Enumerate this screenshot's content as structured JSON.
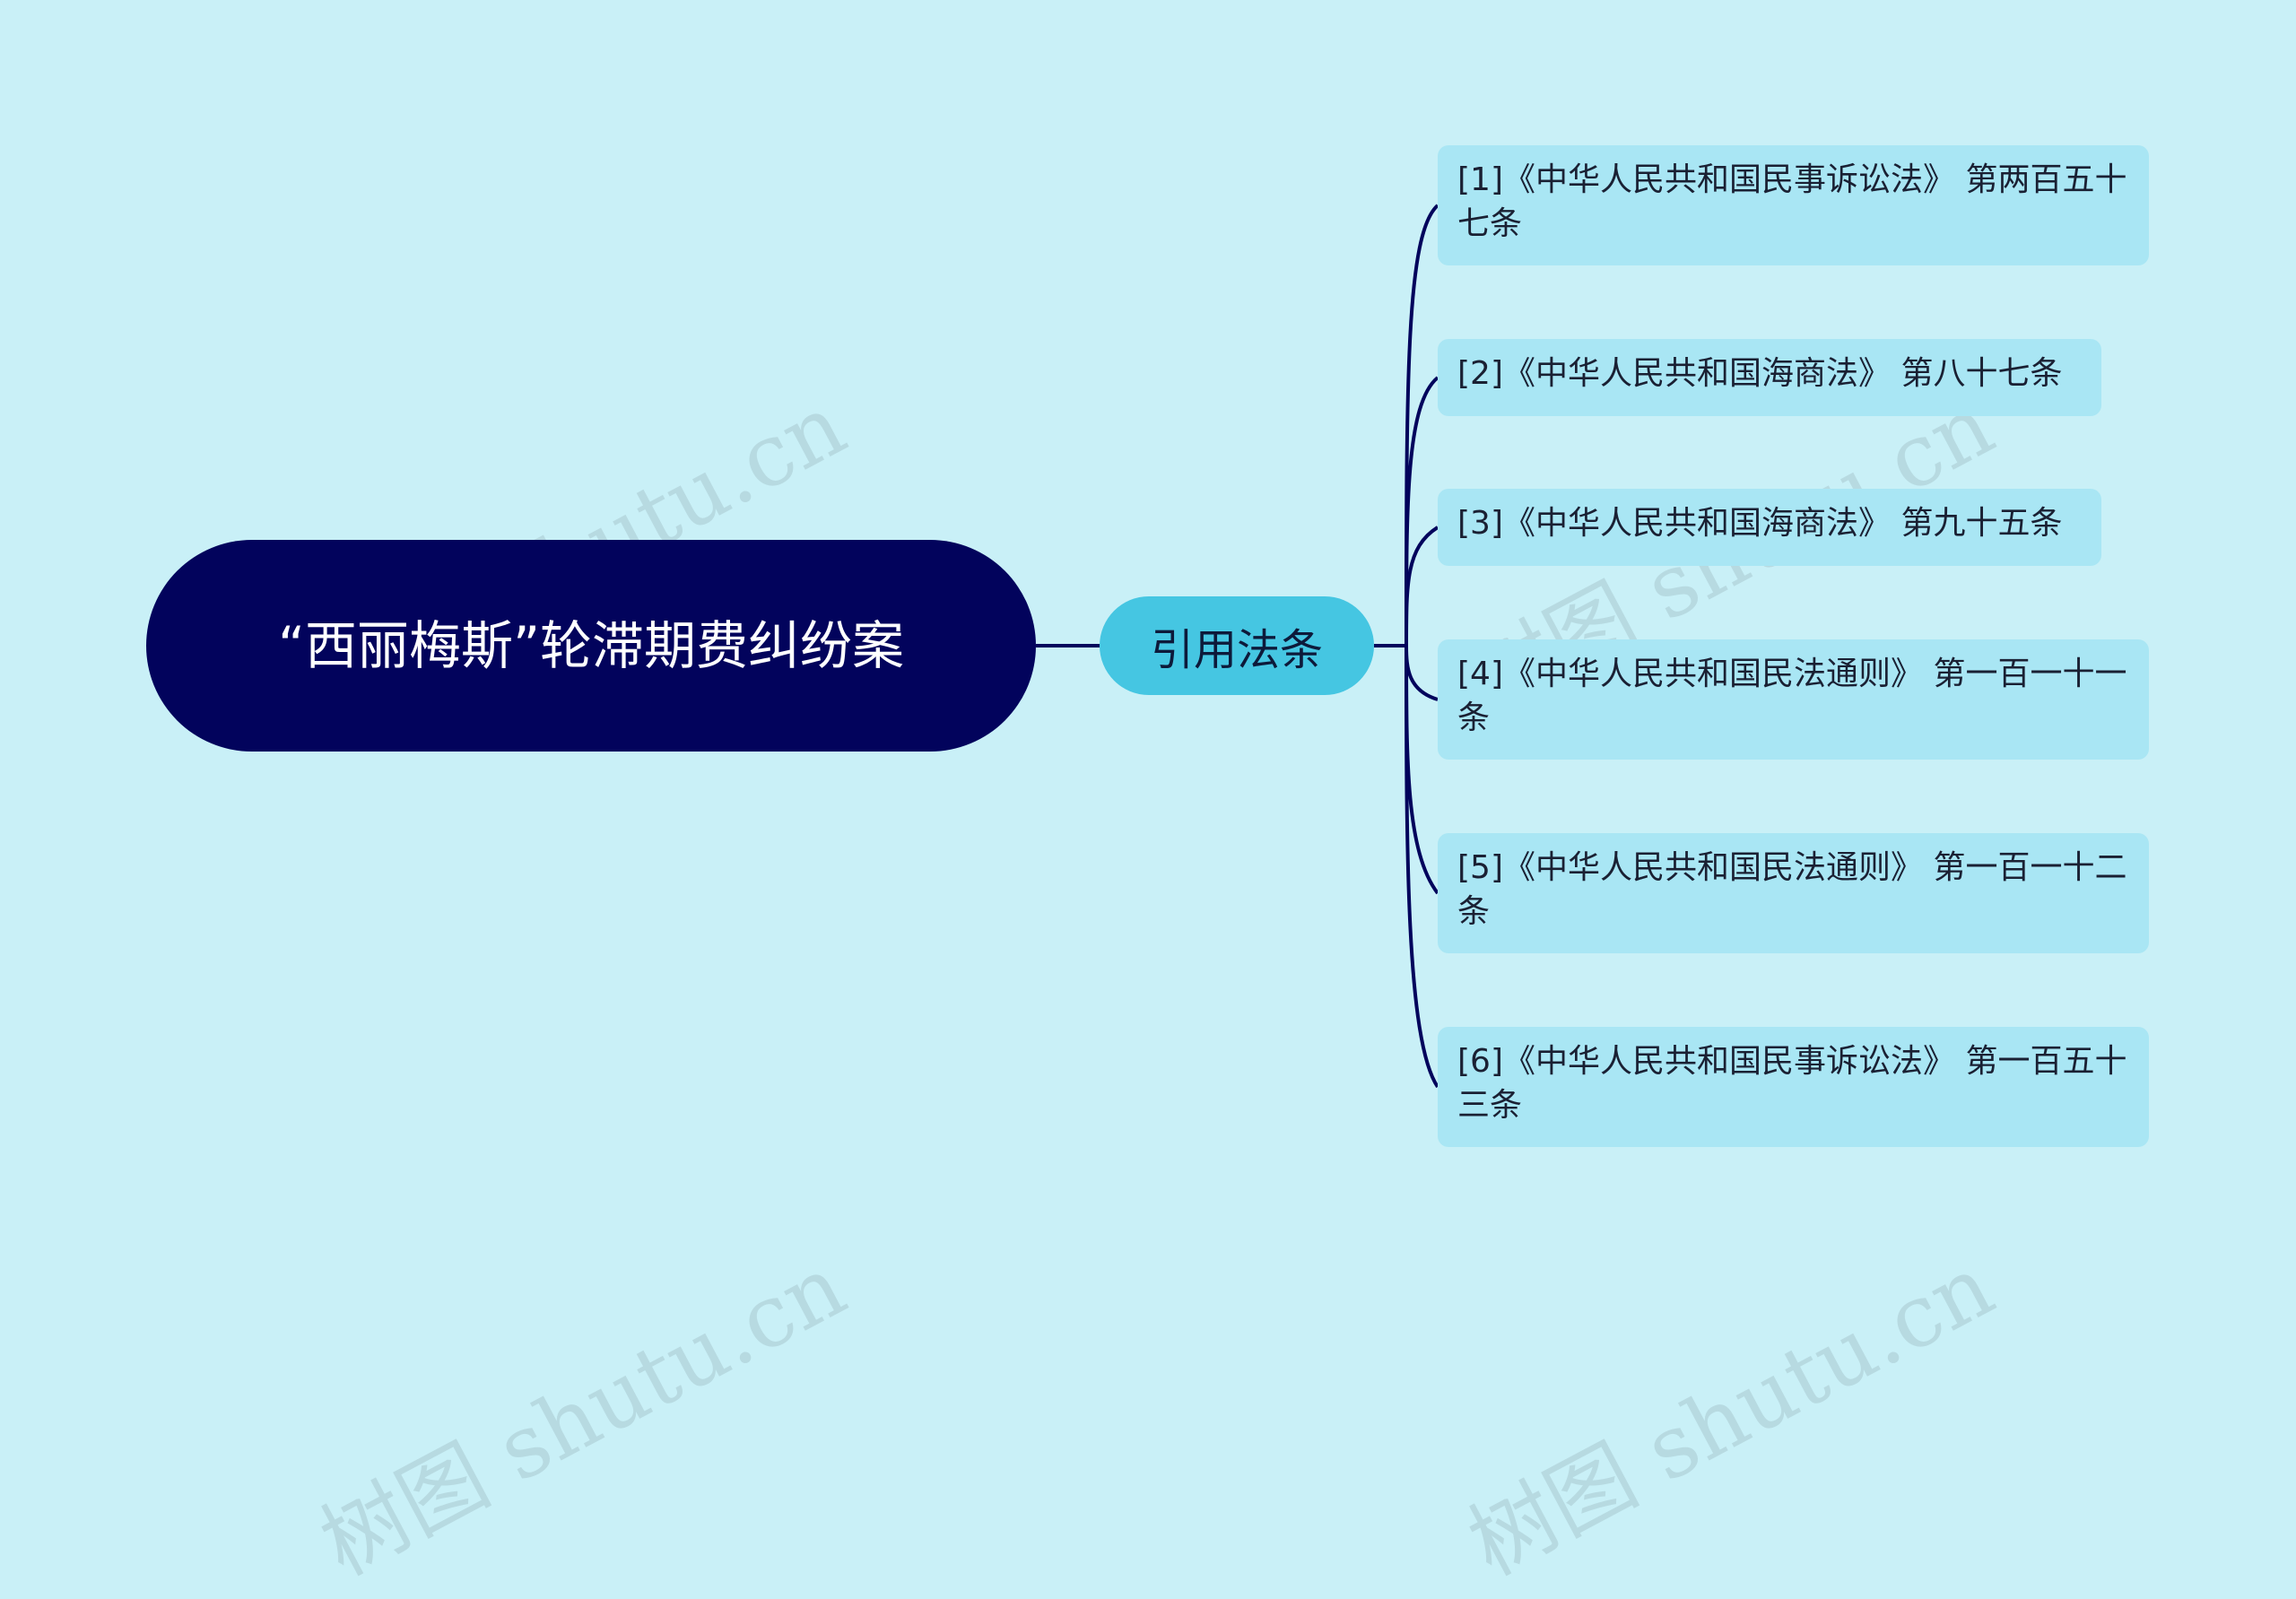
{
  "root": {
    "title": "“西丽梅斯”轮滞期费纠纷案"
  },
  "branch": {
    "label": "引用法条"
  },
  "leaves": [
    {
      "text": "[1]《中华人民共和国民事诉讼法》 第两百五十七条"
    },
    {
      "text": "[2]《中华人民共和国海商法》 第八十七条"
    },
    {
      "text": "[3]《中华人民共和国海商法》 第九十五条"
    },
    {
      "text": "[4]《中华人民共和国民法通则》 第一百一十一条"
    },
    {
      "text": "[5]《中华人民共和国民法通则》 第一百一十二条"
    },
    {
      "text": "[6]《中华人民共和国民事诉讼法》 第一百五十三条"
    }
  ],
  "watermark": {
    "text": "树图 shutu.cn"
  },
  "colors": {
    "background": "#c9f0f7",
    "root_fill": "#02035c",
    "branch_fill": "#45c6e2",
    "leaf_fill": "#a9e6f4",
    "connector": "#02035c"
  }
}
